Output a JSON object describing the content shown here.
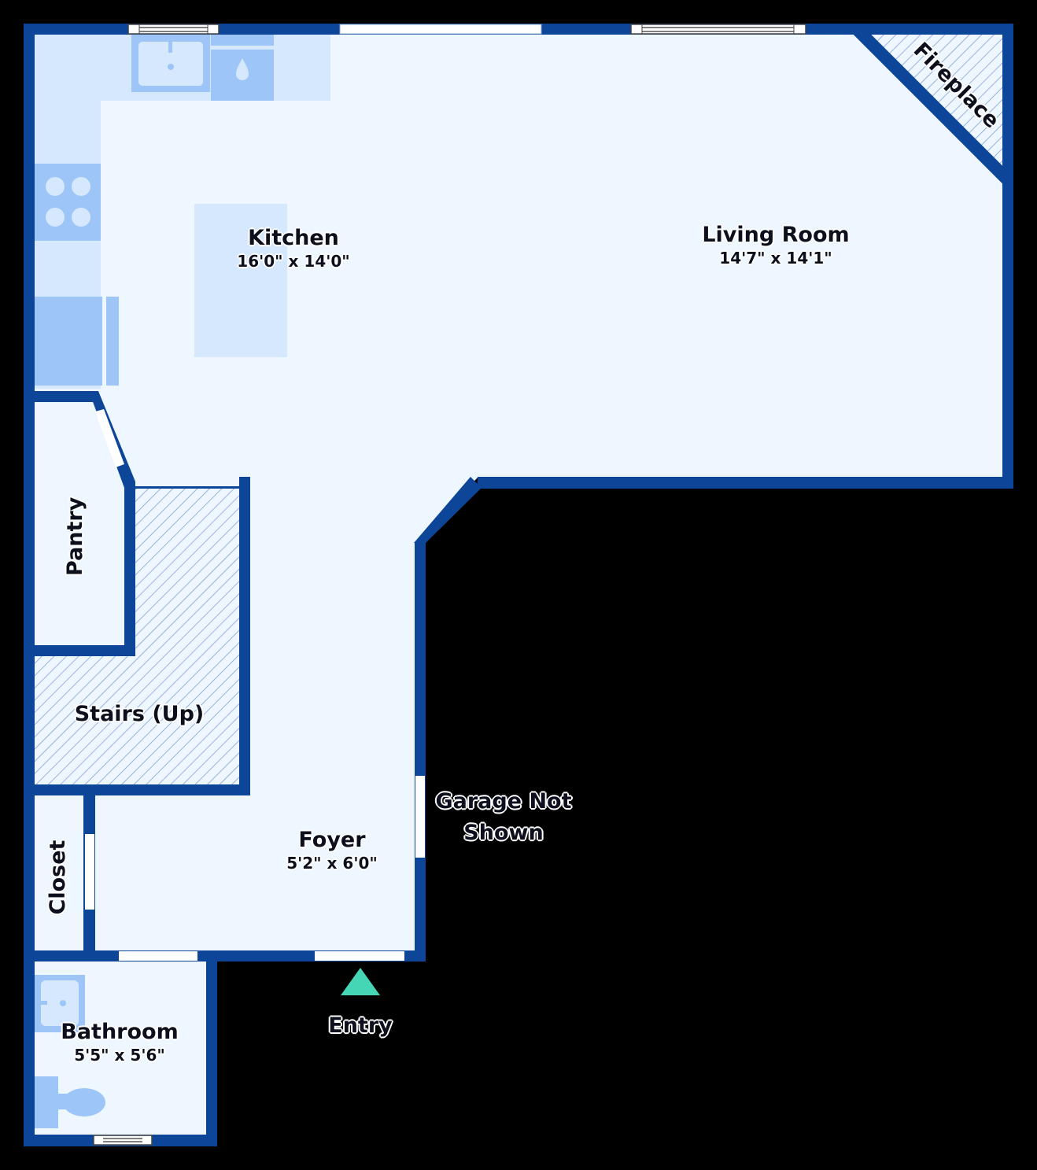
{
  "floorplan": {
    "colors": {
      "wall": "#0d4599",
      "floor": "#eef6ff",
      "fixture_light": "#d6e8fe",
      "fixture_dark": "#9ec5f7",
      "entry_marker": "#45d6b5",
      "background": "#000000"
    },
    "rooms": [
      {
        "name": "Kitchen",
        "dimensions": "16'0\" x 14'0\""
      },
      {
        "name": "Living Room",
        "dimensions": "14'7\" x 14'1\""
      },
      {
        "name": "Foyer",
        "dimensions": "5'2\" x 6'0\""
      },
      {
        "name": "Bathroom",
        "dimensions": "5'5\" x 5'6\""
      }
    ],
    "areas": {
      "fireplace": "Fireplace",
      "pantry": "Pantry",
      "stairs": "Stairs (Up)",
      "closet": "Closet"
    },
    "annotations": {
      "garage": [
        "Garage Not",
        "Shown"
      ],
      "entry": "Entry"
    },
    "icons": [
      "sink-icon",
      "dishwasher-icon",
      "stove-icon",
      "fridge-icon",
      "kitchen-island",
      "bathroom-sink-icon",
      "toilet-icon",
      "entry-arrow-icon",
      "window-icon",
      "fireplace-hatch"
    ]
  }
}
